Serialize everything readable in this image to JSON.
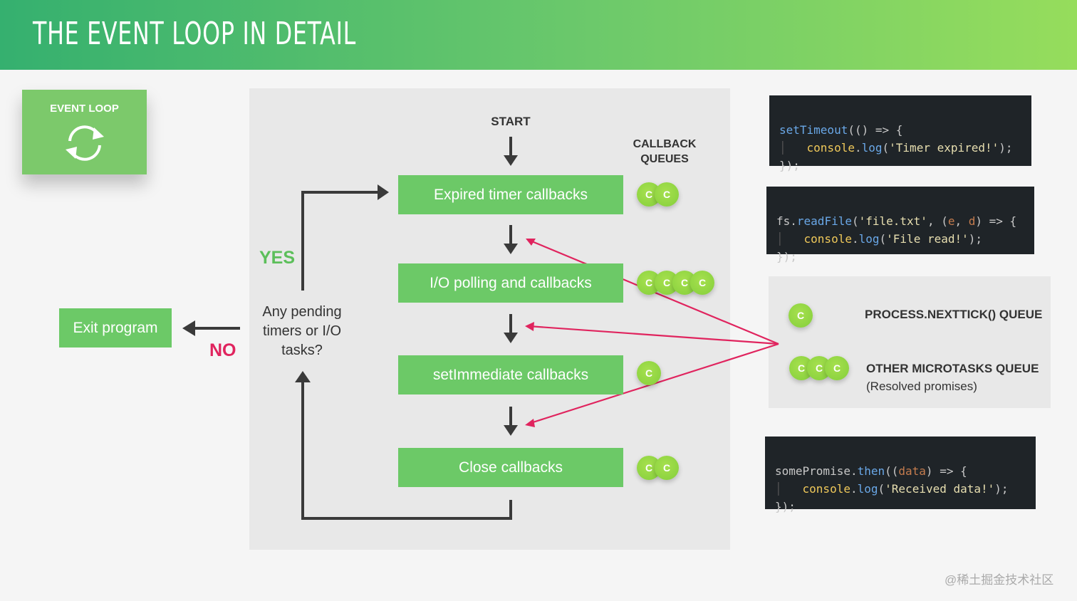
{
  "title": "THE EVENT LOOP IN DETAIL",
  "badge": {
    "label": "EVENT LOOP",
    "icon": "refresh-cycle-icon"
  },
  "loop": {
    "start_label": "START",
    "callback_queues_label": "CALLBACK\nQUEUES",
    "phases": [
      "Expired timer callbacks",
      "I/O polling and callbacks",
      "setImmediate callbacks",
      "Close callbacks"
    ],
    "callback_counts": [
      2,
      4,
      1,
      2
    ],
    "callback_letter": "C",
    "question": "Any pending timers or I/O tasks?",
    "yes_label": "YES",
    "no_label": "NO",
    "exit_label": "Exit program"
  },
  "microtasks": {
    "nexttick_label": "PROCESS.NEXTTICK() QUEUE",
    "nexttick_count": 1,
    "other_label": "OTHER MICROTASKS QUEUE",
    "other_sub": "(Resolved promises)",
    "other_count": 3
  },
  "code_snippets": {
    "timeout": [
      "setTimeout(() => {",
      "  console.log('Timer expired!');",
      "});"
    ],
    "readfile": [
      "fs.readFile('file.txt', (e, d) => {",
      "  console.log('File read!');",
      "});"
    ],
    "promise": [
      "somePromise.then((data) => {",
      "  console.log('Received data!');",
      "});"
    ]
  },
  "watermark": "@稀土掘金技术社区",
  "colors": {
    "header_start": "#35b06f",
    "header_end": "#96dd5c",
    "phase": "#6cc967",
    "accent_red": "#e0245e",
    "yes_green": "#5cbf5a"
  }
}
